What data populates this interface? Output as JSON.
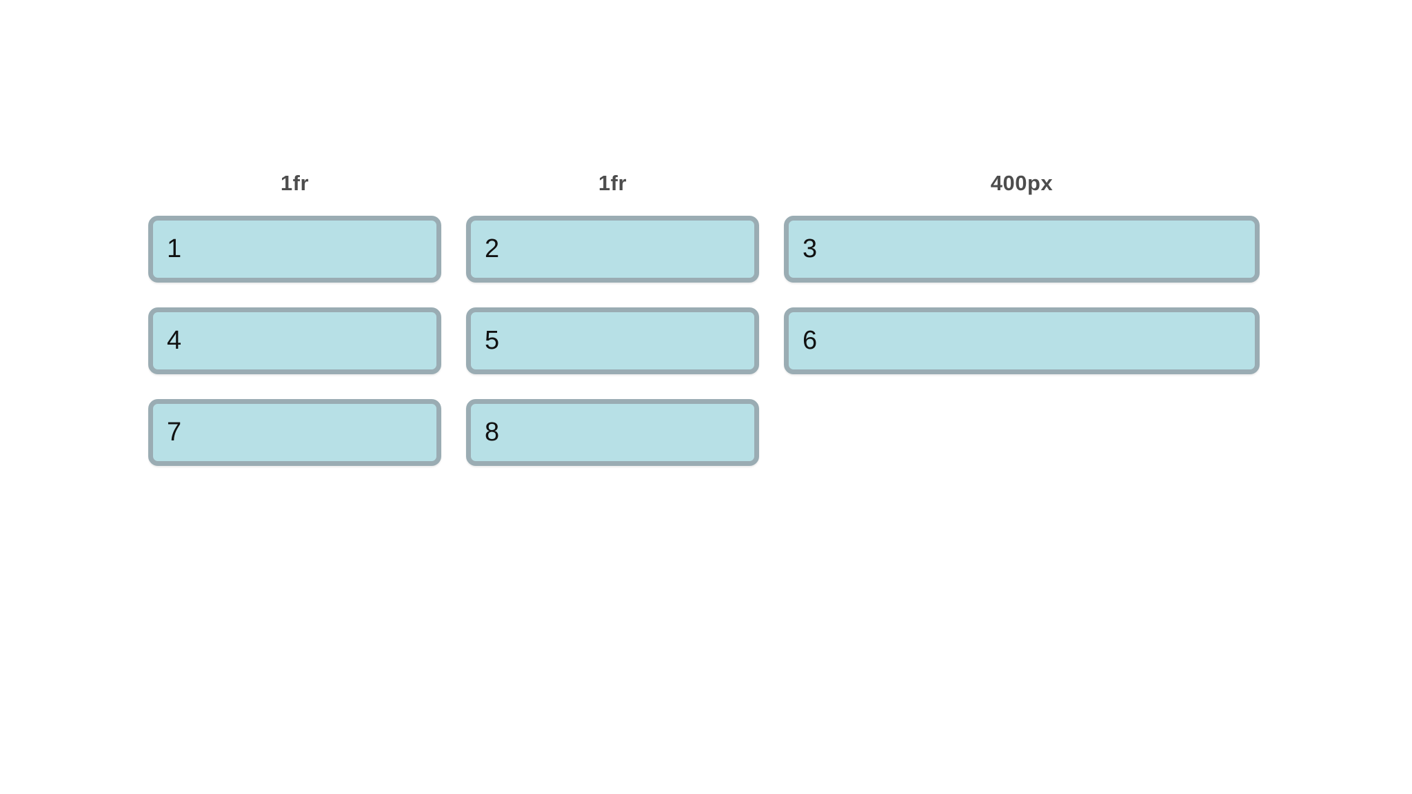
{
  "grid_demo": {
    "column_headers": [
      {
        "label": "1fr"
      },
      {
        "label": "1fr"
      },
      {
        "label": "400px"
      }
    ],
    "items": [
      {
        "label": "1"
      },
      {
        "label": "2"
      },
      {
        "label": "3"
      },
      {
        "label": "4"
      },
      {
        "label": "5"
      },
      {
        "label": "6"
      },
      {
        "label": "7"
      },
      {
        "label": "8"
      }
    ],
    "colors": {
      "item_fill": "#b7e0e6",
      "item_border": "#9aacb3",
      "header_text": "#4d4d4d",
      "item_text": "#111111",
      "page_bg": "#ffffff"
    }
  }
}
